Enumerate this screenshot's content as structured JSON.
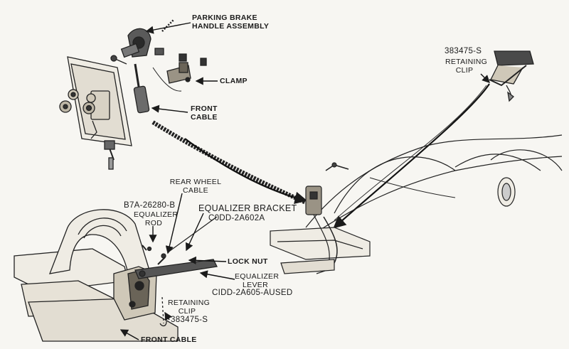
{
  "labels": {
    "parking_brake_line1": "PARKING BRAKE",
    "parking_brake_line2": "HANDLE ASSEMBLY",
    "clamp": "CLAMP",
    "front_cable_top_line1": "FRONT",
    "front_cable_top_line2": "CABLE",
    "part_383475_top": "383475-S",
    "retaining_clip_top_line1": "RETAINING",
    "retaining_clip_top_line2": "CLIP",
    "rear_wheel_cable_line1": "REAR WHEEL",
    "rear_wheel_cable_line2": "CABLE",
    "b7a_part": "B7A-26280-B",
    "equalizer_rod_line1": "EQUALIZER",
    "equalizer_rod_line2": "ROD",
    "equalizer_bracket": "EQUALIZER BRACKET",
    "equalizer_bracket_part": "C0DD-2A602A",
    "lock_nut": "LOCK NUT",
    "equalizer_lever_line1": "EQUALIZER",
    "equalizer_lever_line2": "LEVER",
    "equalizer_lever_part": "CIDD-2A605-AUSED",
    "retaining_clip_bottom_line1": "RETAINING",
    "retaining_clip_bottom_line2": "CLIP",
    "part_383475_bottom": "383475-S",
    "front_cable_bottom": "FRONT CABLE"
  },
  "colors": {
    "paper": "#f7f6f2",
    "ink": "#1b1b1b"
  }
}
